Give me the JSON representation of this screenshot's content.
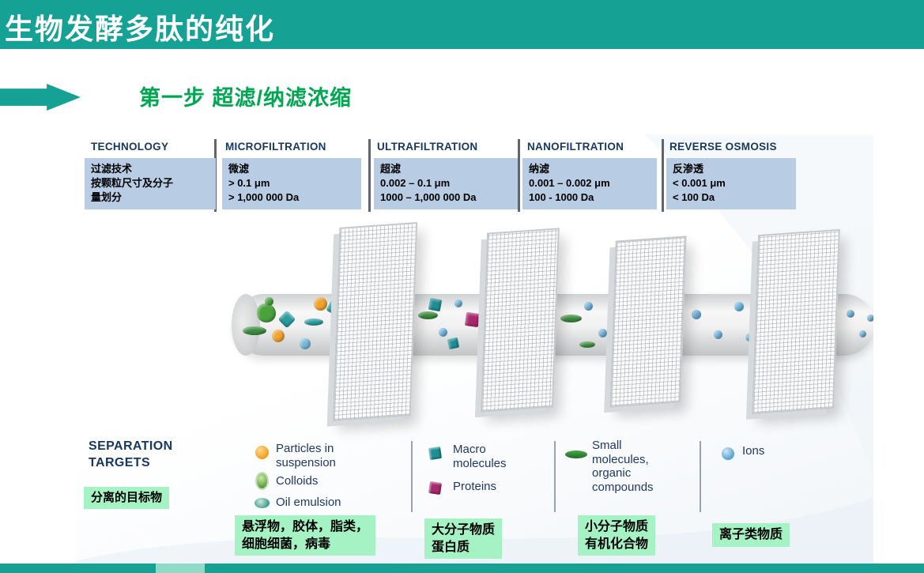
{
  "slide": {
    "title": "生物发酵多肽的纯化",
    "step_title": "第一步 超滤/纳滤浓缩"
  },
  "filtration_table": {
    "columns": [
      {
        "header": "TECHNOLOGY",
        "lines": [
          "过滤技术",
          "按颗粒尺寸及分子",
          "量划分"
        ]
      },
      {
        "header": "MICROFILTRATION",
        "lines": [
          "微滤",
          "> 0.1 μm",
          "> 1,000 000 Da"
        ]
      },
      {
        "header": "ULTRAFILTRATION",
        "lines": [
          "超滤",
          "0.002 – 0.1 μm",
          "1000 – 1,000 000 Da"
        ]
      },
      {
        "header": "NANOFILTRATION",
        "lines": [
          "纳滤",
          "0.001 – 0.002 μm",
          "100 - 1000 Da"
        ]
      },
      {
        "header": "REVERSE OSMOSIS",
        "lines": [
          "反渗透",
          "< 0.001 μm",
          "< 100 Da"
        ]
      }
    ]
  },
  "separation": {
    "header_lines": [
      "SEPARATION",
      "TARGETS"
    ],
    "label": "分离的目标物",
    "legend": [
      {
        "icon": "particle-sphere-icon",
        "lines": [
          "Particles in",
          "suspension"
        ]
      },
      {
        "icon": "colloid-icon",
        "lines": [
          "Colloids"
        ]
      },
      {
        "icon": "oil-emulsion-icon",
        "lines": [
          "Oil emulsion"
        ]
      },
      {
        "icon": "macro-molecule-cube-icon",
        "lines": [
          "Macro",
          "molecules"
        ]
      },
      {
        "icon": "protein-cube-icon",
        "lines": [
          "Proteins"
        ]
      },
      {
        "icon": "small-molecule-disc-icon",
        "lines": [
          "Small",
          "molecules,",
          "organic",
          "compounds"
        ]
      },
      {
        "icon": "ion-sphere-icon",
        "lines": [
          "Ions"
        ]
      }
    ],
    "target_boxes": [
      {
        "lines": [
          "悬浮物，胶体，脂类，",
          "细胞细菌，病毒"
        ]
      },
      {
        "lines": [
          "大分子物质",
          "蛋白质"
        ]
      },
      {
        "lines": [
          "小分子物质",
          "有机化合物"
        ]
      },
      {
        "lines": [
          "离子类物质"
        ]
      }
    ]
  },
  "colors": {
    "teal": "#16A195",
    "step_green": "#00A651",
    "navy": "#17375E",
    "info_box_blue": "#B8CCE4",
    "target_box_green": "#A5F2C4",
    "legend_navy": "#1F3864"
  }
}
